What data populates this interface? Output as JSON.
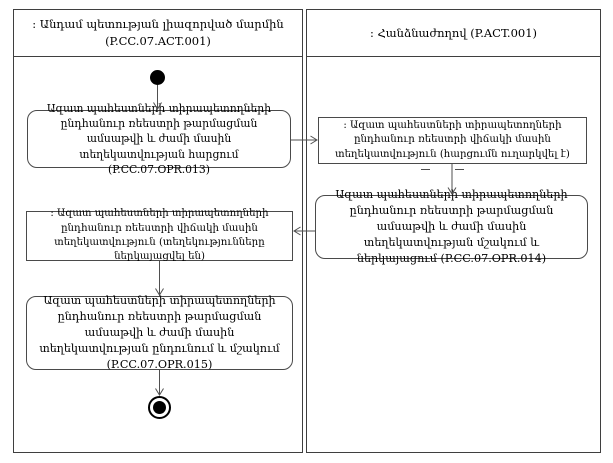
{
  "lanes": [
    {
      "id": "member-state-authority",
      "lines": [
        ": Անդամ պետության լիազորված մարմին",
        "(P.CC.07.ACT.001)"
      ]
    },
    {
      "id": "commission",
      "lines": [
        ": Հանձնաժողով (P.ACT.001)"
      ]
    }
  ],
  "nodes": {
    "opr013": "Ազատ պահեստների տիրապետողների ընդհանուր ռեեստրի թարմացման ամսաթվի և ժամի մասին տեղեկատվության հարցում (P.CC.07.OPR.013)",
    "info_sent": ": Ազատ պահեստների տիրապետողների ընդհանուր ռեեստրի վիճակի մասին տեղեկատվություն (հարցումն ուղարկվել է)",
    "opr014": "Ազատ պահեստների տիրապետողների ընդհանուր ռեեստրի թարմացման ամսաթվի և ժամի մասին տեղեկատվության մշակում և ներկայացում (P.CC.07.OPR.014)",
    "info_presented": ": Ազատ պահեստների տիրապետողների ընդհանուր ռեեստրի վիճակի մասին տեղեկատվություն (տեղեկությունները ներկայացվել են)",
    "opr015": "Ազատ պահեստների տիրապետողների ընդհանուր ռեեստրի թարմացման ամսաթվի և ժամի մասին տեղեկատվության ընդունում և մշակում (P.CC.07.OPR.015)"
  },
  "colors": {
    "background": "#ffffff",
    "border": "#3f3f3f",
    "arrow": "#4f4f4f",
    "node_fill": "#000000",
    "text": "#000000"
  }
}
